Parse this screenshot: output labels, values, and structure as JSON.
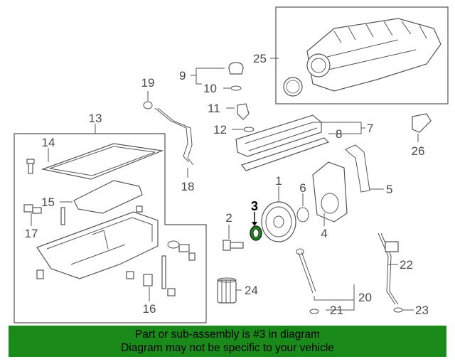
{
  "callouts": [
    {
      "id": "1",
      "text": "1"
    },
    {
      "id": "2",
      "text": "2"
    },
    {
      "id": "3",
      "text": "3",
      "highlight": true
    },
    {
      "id": "4",
      "text": "4"
    },
    {
      "id": "5",
      "text": "5"
    },
    {
      "id": "6",
      "text": "6"
    },
    {
      "id": "7",
      "text": "7"
    },
    {
      "id": "8",
      "text": "8"
    },
    {
      "id": "9",
      "text": "9"
    },
    {
      "id": "10",
      "text": "10"
    },
    {
      "id": "11",
      "text": "11"
    },
    {
      "id": "12",
      "text": "12"
    },
    {
      "id": "13",
      "text": "13"
    },
    {
      "id": "14",
      "text": "14"
    },
    {
      "id": "15",
      "text": "15"
    },
    {
      "id": "16",
      "text": "16"
    },
    {
      "id": "17",
      "text": "17"
    },
    {
      "id": "18",
      "text": "18"
    },
    {
      "id": "19",
      "text": "19"
    },
    {
      "id": "20",
      "text": "20"
    },
    {
      "id": "21",
      "text": "21"
    },
    {
      "id": "22",
      "text": "22"
    },
    {
      "id": "23",
      "text": "23"
    },
    {
      "id": "24",
      "text": "24"
    },
    {
      "id": "25",
      "text": "25"
    },
    {
      "id": "26",
      "text": "26"
    }
  ],
  "banner": {
    "line1": "Part or sub-assembly is #3 in diagram",
    "line2": "Diagram may not be specific to your vehicle",
    "color": "#1a8a1a"
  },
  "highlight_color": "#1a8a1a"
}
